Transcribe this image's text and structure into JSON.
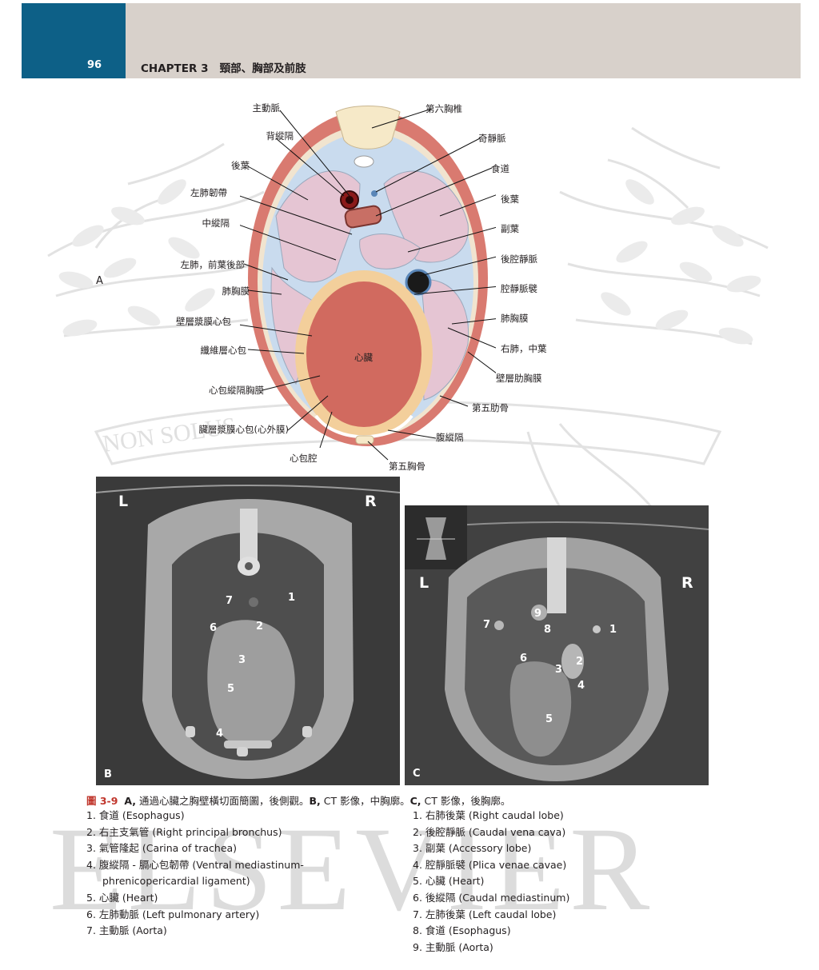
{
  "header": {
    "page_number": "96",
    "chapter": "CHAPTER 3",
    "chapter_title": "頸部、胸部及前肢"
  },
  "watermark": {
    "text": "ELSEVIER",
    "motto": "NON SOLUS"
  },
  "figure_a": {
    "panel": "A",
    "left_labels": [
      "主動脈",
      "背縱隔",
      "後葉",
      "左肺韌帶",
      "中縱隔",
      "左肺，前葉後部",
      "肺胸膜",
      "壁層漿膜心包",
      "纖維層心包",
      "心包縱隔胸膜",
      "臟層漿膜心包(心外膜)",
      "心包腔"
    ],
    "right_labels": [
      "第六胸椎",
      "奇靜脈",
      "食道",
      "後葉",
      "副葉",
      "後腔靜脈",
      "腔靜脈襞",
      "肺胸膜",
      "右肺，中葉",
      "壁層肋胸膜",
      "第五肋骨",
      "腹縱隔",
      "第五胸骨"
    ],
    "center_label": "心臟"
  },
  "figure_b": {
    "panel": "B",
    "left_mark": "L",
    "right_mark": "R",
    "numbers": [
      "1",
      "2",
      "3",
      "4",
      "5",
      "6",
      "7"
    ]
  },
  "figure_c": {
    "panel": "C",
    "left_mark": "L",
    "right_mark": "R",
    "numbers": [
      "1",
      "2",
      "3",
      "4",
      "5",
      "6",
      "7",
      "8",
      "9"
    ]
  },
  "caption": {
    "fig_no": "圖 3-9",
    "part_a": "A,",
    "text_a": " 通過心臟之胸壁橫切面簡圖，後側觀。",
    "part_b": "B,",
    "text_b": " CT 影像，中胸廓。",
    "part_c": "C,",
    "text_c": " CT 影像，後胸廓。"
  },
  "legend_b": [
    "1.  食道 (Esophagus)",
    "2.  右主支氣管 (Right principal bronchus)",
    "3.  氣管隆起 (Carina of trachea)",
    "4.  腹縱隔 - 膈心包韌帶 (Ventral mediastinum-",
    "     phrenicopericardial ligament)",
    "5.  心臟 (Heart)",
    "6.  左肺動脈 (Left pulmonary artery)",
    "7.  主動脈 (Aorta)"
  ],
  "legend_c": [
    "1.  右肺後葉 (Right caudal lobe)",
    "2.  後腔靜脈 (Caudal vena cava)",
    "3.  副葉 (Accessory lobe)",
    "4.  腔靜脈襞 (Plica venae cavae)",
    "5.  心臟 (Heart)",
    "6.  後縱隔 (Caudal mediastinum)",
    "7.  左肺後葉 (Left caudal lobe)",
    "8.  食道 (Esophagus)",
    "9.  主動脈 (Aorta)"
  ],
  "colors": {
    "header_bg": "#d8d1cb",
    "page_no_bg": "#0d6087",
    "figure_red": "#c0362c",
    "muscle": "#d97a70",
    "lung": "#e5c5d3",
    "pleura": "#c9dbee",
    "pericardium": "#f3cf9b"
  }
}
